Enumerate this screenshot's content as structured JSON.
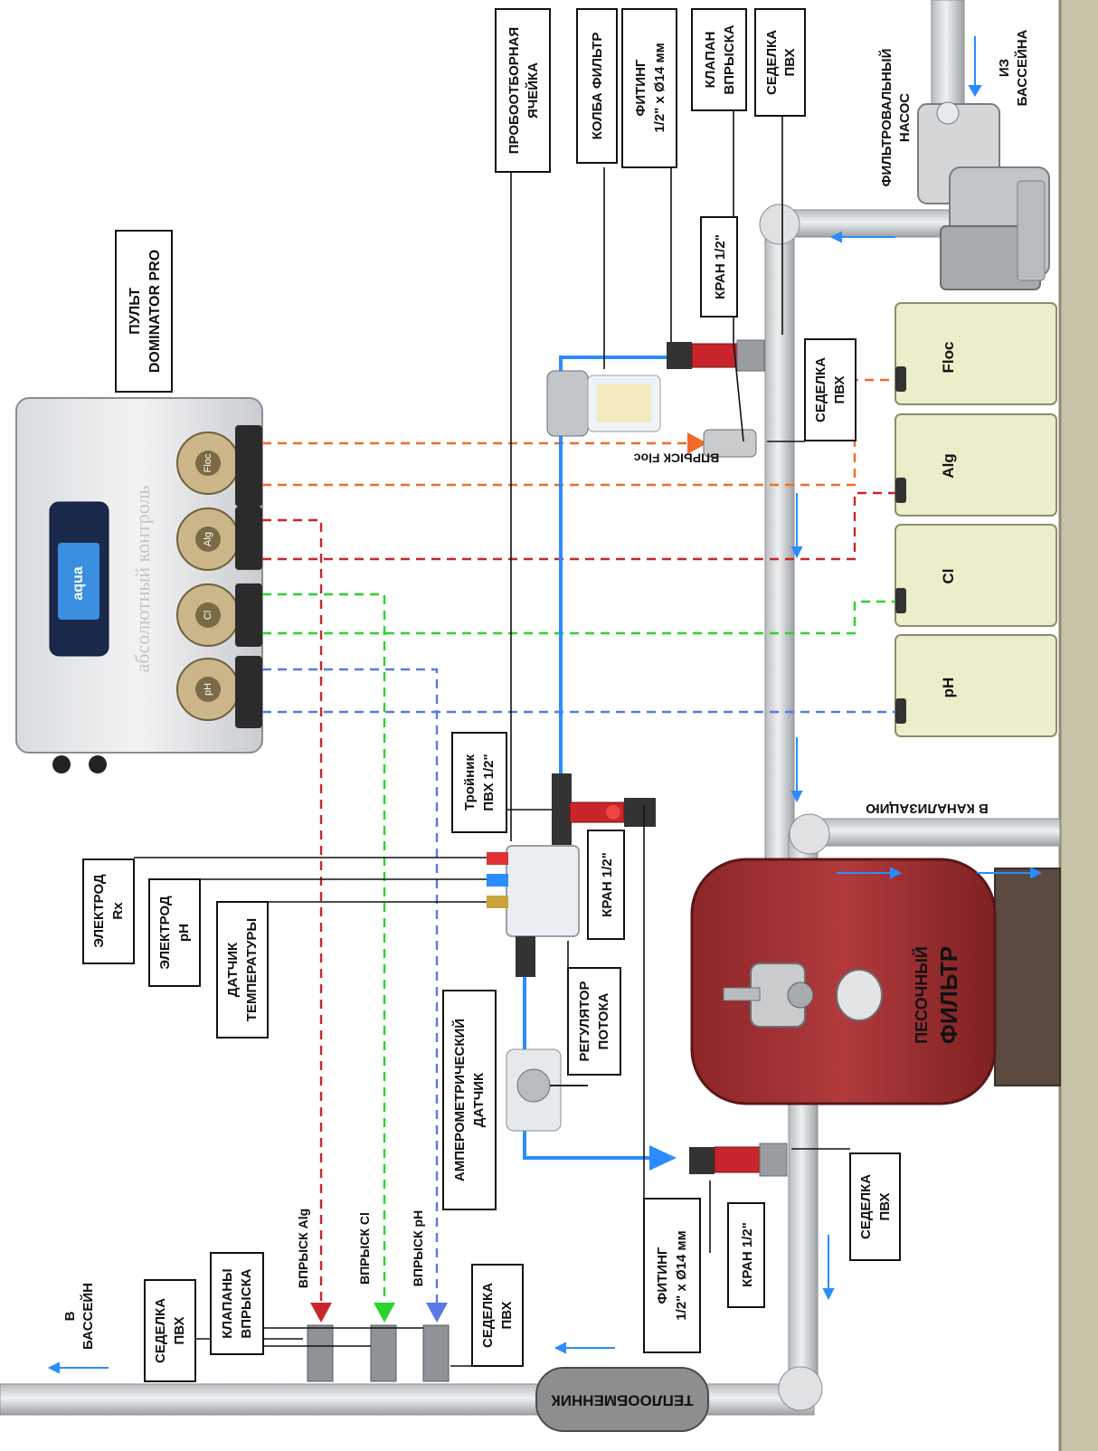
{
  "labels": {
    "probe_cell": [
      "ПРОБООТБОРНАЯ",
      "ЯЧЕЙКА"
    ],
    "filter_flask": [
      "КОЛБА ФИЛЬТР"
    ],
    "fitting_top": [
      "ФИТИНГ",
      "1/2\" x Ø14 мм"
    ],
    "inj_valve_top": [
      "КЛАПАН",
      "ВПРЫСКА"
    ],
    "saddle_top": [
      "СЕДЕЛКА",
      "ПВХ"
    ],
    "filter_pump": [
      "ФИЛЬТРОВАЛЬНЫЙ",
      "НАСОС"
    ],
    "from_pool": [
      "ИЗ",
      "БАССЕЙНА"
    ],
    "controller": [
      "ПУЛЬТ",
      "DOMINATOR PRO"
    ],
    "tap_top": [
      "КРАН 1/2\""
    ],
    "saddle_mid": [
      "СЕДЕЛКА",
      "ПВХ"
    ],
    "floc_injection": "ВПРЫСК Floc",
    "tee": [
      "Тройник",
      "ПВХ 1/2\""
    ],
    "tap_mid": [
      "КРАН 1/2\""
    ],
    "electrode_rx": [
      "ЭЛЕКТРОД",
      "Rx"
    ],
    "electrode_ph": [
      "ЭЛЕКТРОД",
      "pH"
    ],
    "temp_sensor": [
      "ДАТЧИК",
      "ТЕМПЕРАТУРЫ"
    ],
    "flow_regulator": [
      "РЕГУЛЯТОР",
      "ПОТОКА"
    ],
    "amperometric": [
      "АМПЕРОМЕТРИЧЕСКИЙ",
      "ДАТЧИК"
    ],
    "to_sewer": "В КАНАЛИЗАЦИЮ",
    "sand_filter": [
      "ПЕСОЧНЫЙ",
      "ФИЛЬТР"
    ],
    "fitting_bottom": [
      "ФИТИНГ",
      "1/2\" x Ø14 мм"
    ],
    "tap_bottom": [
      "КРАН 1/2\""
    ],
    "saddle_bottom_right": [
      "СЕДЕЛКА",
      "ПВХ"
    ],
    "to_pool": [
      "В",
      "БАССЕЙН"
    ],
    "saddle_bottom_left": [
      "СЕДЕЛКА",
      "ПВХ"
    ],
    "inj_valves": [
      "КЛАПАНЫ",
      "ВПРЫСКА"
    ],
    "inj_alg": "ВПРЫСК Alg",
    "inj_cl": "ВПРЫСК Cl",
    "inj_ph": "ВПРЫСК pH",
    "saddle_bottom_mid": [
      "СЕДЕЛКА",
      "ПВХ"
    ],
    "heat_exchanger": "ТЕПЛООБМЕННИК"
  },
  "tanks": [
    "Floc",
    "Alg",
    "Cl",
    "pH"
  ],
  "pump_heads": [
    "Floc",
    "Alg",
    "Cl",
    "pH"
  ],
  "controller_panel": {
    "logo": "aqua",
    "side_text": "абсолютный контроль"
  },
  "colors": {
    "floc": "#f26a2a",
    "alg": "#c8262c",
    "cl": "#2bd32b",
    "ph": "#5a78e6",
    "water_line": "#2a8cff",
    "flow_arrow": "#2a8cff",
    "sand_filter": "#a93234",
    "pipe": "#d3d5d7",
    "tank": "#ecedc9",
    "wall": "#c7c3a8"
  }
}
